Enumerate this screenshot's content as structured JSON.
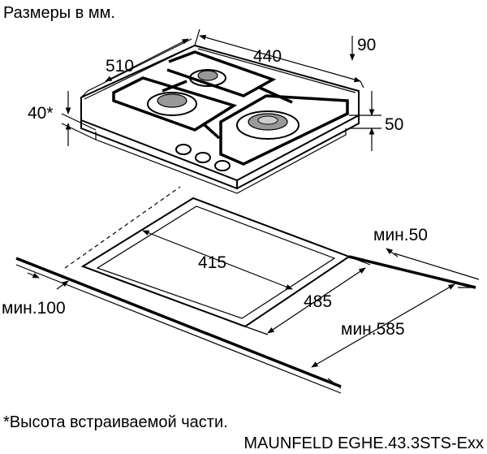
{
  "header": {
    "title": "Размеры в мм."
  },
  "dimensions": {
    "depth": "510",
    "width": "440",
    "top_offset": "90",
    "built_in_height": "40*",
    "bottom_offset": "50",
    "cutout_width": "415",
    "cutout_depth": "485",
    "min_side": "мин.50",
    "min_back": "мин.100",
    "min_front": "мин.585"
  },
  "footer": {
    "note": "*Высота встраиваемой части.",
    "model": "MAUNFELD EGHE.43.3STS-Exx"
  }
}
